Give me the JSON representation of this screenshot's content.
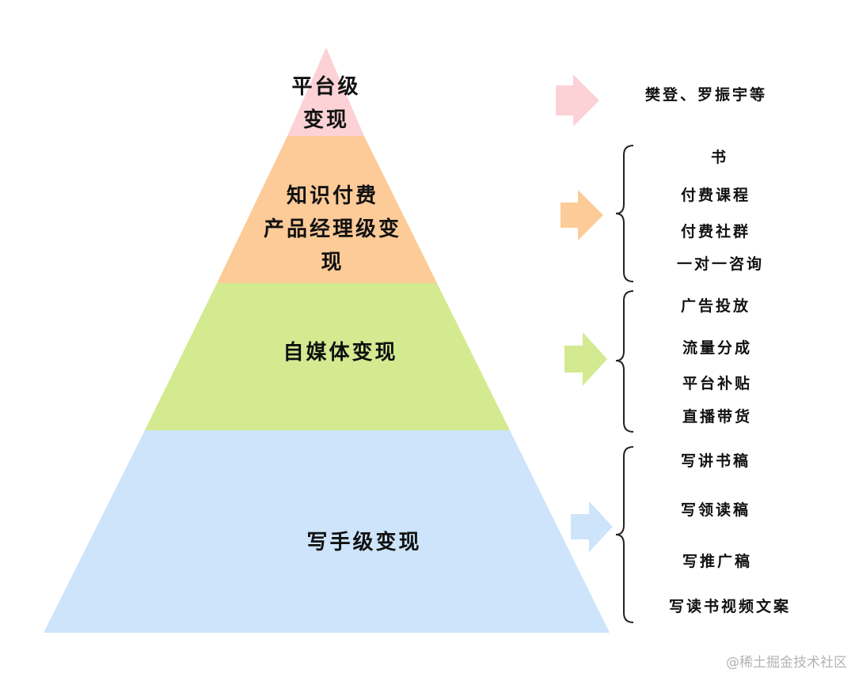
{
  "tiers": [
    {
      "id": "platform",
      "label_lines": [
        "平台级",
        "变现"
      ],
      "color": "#fcd2d6",
      "items": [
        "樊登、罗振宇等"
      ]
    },
    {
      "id": "knowledge",
      "label_lines": [
        "知识付费",
        "产品经理级变",
        "现"
      ],
      "color": "#fccb98",
      "items": [
        "书",
        "付费课程",
        "付费社群",
        "一对一咨询"
      ]
    },
    {
      "id": "self-media",
      "label_lines": [
        "自媒体变现"
      ],
      "color": "#d3ea90",
      "items": [
        "广告投放",
        "流量分成",
        "平台补贴",
        "直播带货"
      ]
    },
    {
      "id": "writer",
      "label_lines": [
        "写手级变现"
      ],
      "color": "#cde4fb",
      "items": [
        "写讲书稿",
        "写领读稿",
        "写推广稿",
        "写读书视频文案"
      ]
    }
  ],
  "watermark": "@稀土掘金技术社区"
}
